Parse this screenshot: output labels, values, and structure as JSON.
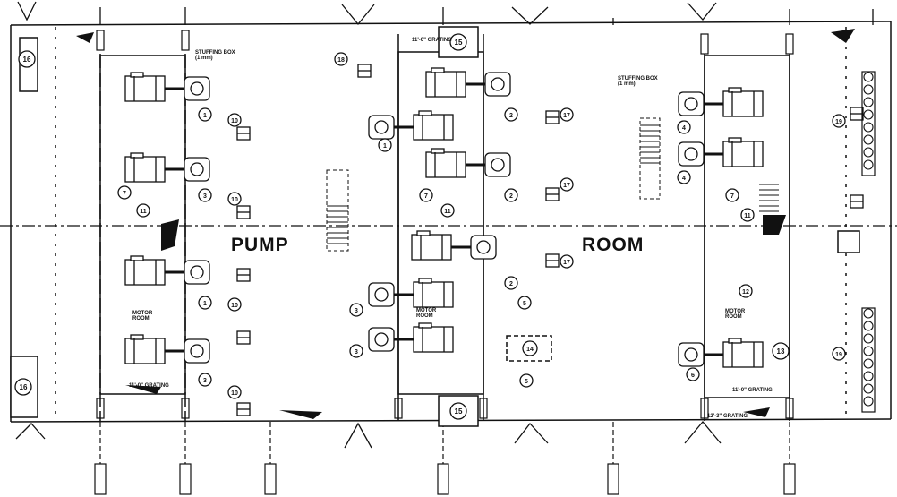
{
  "labels": {
    "room_left": "PUMP",
    "room_right": "ROOM"
  },
  "notes": {
    "stuffing_box_left": "STUFFING BOX\n(1 mm)",
    "stuffing_box_right": "STUFFING BOX\n(1 mm)",
    "motor_room_1": "MOTOR\nROOM",
    "motor_room_2": "MOTOR\nROOM",
    "motor_room_3": "MOTOR\nROOM",
    "grating_top_mid": "11'-0\" GRATING",
    "grating_bottom_left": "11'-0\" GRATING",
    "grating_bottom_right": "11'-0\" GRATING",
    "grating_bottom_far_right": "12'-3\" GRATING"
  },
  "callouts": {
    "big_left_top": "16",
    "big_left_bottom": "16",
    "big_mid_top": "15",
    "big_mid_bottom": "15",
    "big_right": "13",
    "box_mid": "14",
    "n18": "18",
    "pump_l1": "1",
    "pump_l2": "3",
    "pump_l3": "1",
    "pump_l4": "3",
    "mid_1": "1",
    "mid_2": "2",
    "mid_3": "2",
    "mid_4": "2",
    "mid_5": "3",
    "mid_6": "3",
    "mid_7": "5",
    "mid_8": "5",
    "right_1": "4",
    "right_2": "4",
    "right_3": "6",
    "n17a": "17",
    "n17b": "17",
    "n17c": "17",
    "n10a": "10",
    "n10b": "10",
    "n10c": "10",
    "n10d": "10",
    "n11a": "11",
    "n11b": "11",
    "n11c": "11",
    "n7a": "7",
    "n7b": "7",
    "n7c": "7",
    "n12": "12",
    "n19a": "19",
    "n19b": "19"
  }
}
